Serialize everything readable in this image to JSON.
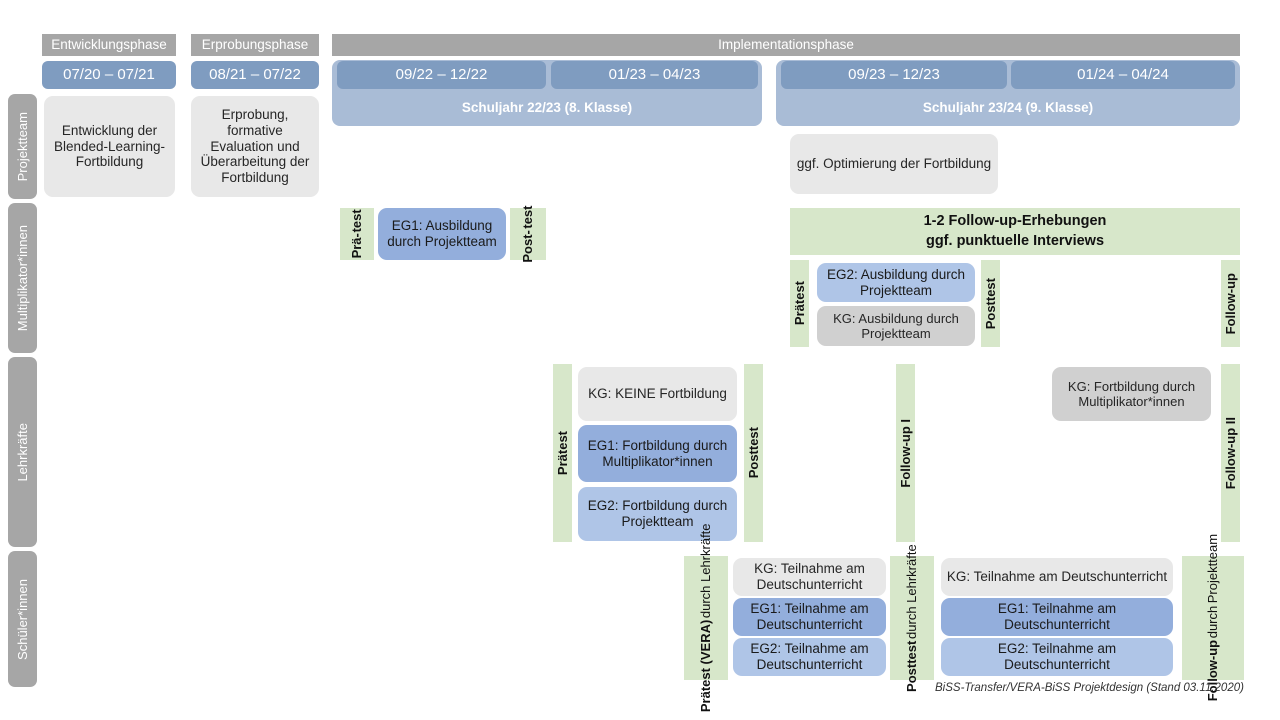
{
  "diagram": {
    "title": "BiSS-Transfer/VERA-BiSS Projektdesign",
    "footer": "BiSS-Transfer/VERA-BiSS Projektdesign (Stand 03.11.2020)"
  },
  "colors": {
    "phase_header": "#a6a6a6",
    "period_pill": "#7f9cc0",
    "school_year_band": "#a9bcd6",
    "row_label": "#a6a6a6",
    "neutral_box": "#e8e8e8",
    "control_group_box": "#d0d0d0",
    "eg1_box": "#93aedc",
    "eg2_box": "#afc5e7",
    "assessment_green": "#d7e7ca"
  },
  "phases": [
    {
      "label": "Entwicklungsphase"
    },
    {
      "label": "Erprobungsphase"
    },
    {
      "label": "Implementationsphase"
    }
  ],
  "periods": [
    {
      "label": "07/20 – 07/21"
    },
    {
      "label": "08/21 – 07/22"
    },
    {
      "label": "09/22 – 12/22"
    },
    {
      "label": "01/23 – 04/23"
    },
    {
      "label": "09/23 – 12/23"
    },
    {
      "label": "01/24 – 04/24"
    }
  ],
  "school_years": [
    {
      "label": "Schuljahr 22/23 (8. Klasse)"
    },
    {
      "label": "Schuljahr 23/24 (9. Klasse)"
    }
  ],
  "rows": [
    {
      "label": "Projektteam"
    },
    {
      "label": "Multiplikator*innen"
    },
    {
      "label": "Lehrkräfte"
    },
    {
      "label": "Schüler*innen"
    }
  ],
  "projektteam": {
    "boxes": [
      {
        "text": "Entwicklung der Blended-Learning-Fortbildung"
      },
      {
        "text": "Erprobung, formative Evaluation und Überarbeitung der Fortbildung"
      },
      {
        "text": "ggf. Optimierung der Fortbildung"
      }
    ]
  },
  "multiplikator": {
    "pretest_1": {
      "line1": "Prä-",
      "line2": "test"
    },
    "posttest_1": {
      "line1": "Post-",
      "line2": "test"
    },
    "eg1_box": {
      "text": "EG1: Ausbildung durch Projektteam"
    },
    "followup_banner": {
      "line1": "1-2 Follow-up-Erhebungen",
      "line2": "ggf. punktuelle Interviews"
    },
    "pretest_2": {
      "label": "Prätest"
    },
    "posttest_2": {
      "label": "Posttest"
    },
    "followup": {
      "label": "Follow-up"
    },
    "eg2_box": {
      "text": "EG2:  Ausbildung durch Projektteam"
    },
    "kg_box": {
      "text": "KG: Ausbildung durch Projektteam"
    }
  },
  "lehrkraefte": {
    "pretest": {
      "label": "Prätest"
    },
    "posttest": {
      "label": "Posttest"
    },
    "followup_1": {
      "label": "Follow-up I"
    },
    "followup_2": {
      "label": "Follow-up II"
    },
    "kg_box": {
      "text": "KG:  KEINE Fortbildung"
    },
    "eg1_box": {
      "text": "EG1: Fortbildung durch Multiplikator*innen"
    },
    "eg2_box": {
      "text": "EG2: Fortbildung durch Projektteam"
    },
    "kg_box_2": {
      "text": "KG: Fortbildung durch Multiplikator*innen"
    }
  },
  "schueler": {
    "pretest": {
      "bold": "Prätest (VERA)",
      "normal": "durch Lehrkräfte"
    },
    "posttest": {
      "bold": "Posttest",
      "normal": "durch Lehrkräfte"
    },
    "followup": {
      "bold": "Follow-up",
      "normal1": "durch",
      "normal2": "Projektteam"
    },
    "left_boxes": [
      {
        "text": "KG: Teilnahme am Deutschunterricht"
      },
      {
        "text": "EG1: Teilnahme am Deutschunterricht"
      },
      {
        "text": "EG2: Teilnahme am Deutschunterricht"
      }
    ],
    "right_boxes": [
      {
        "text": "KG: Teilnahme am Deutschunterricht"
      },
      {
        "text": "EG1: Teilnahme am Deutschunterricht"
      },
      {
        "text": "EG2: Teilnahme am Deutschunterricht"
      }
    ]
  }
}
